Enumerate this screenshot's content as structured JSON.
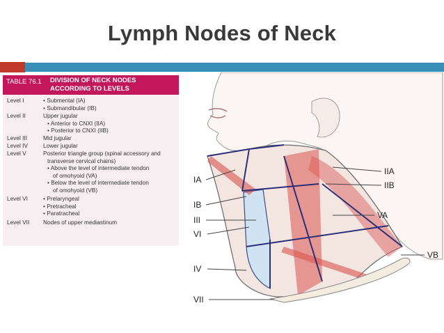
{
  "title": "Lymph Nodes of Neck",
  "table": {
    "number": "TABLE 76.1",
    "heading_line1": "DIVISION OF NECK NODES",
    "heading_line2": "ACCORDING TO LEVELS",
    "rows": [
      {
        "level": "Level I",
        "lines": [
          "• Submental (IA)",
          "• Submandibular (IB)"
        ]
      },
      {
        "level": "Level II",
        "lines": [
          "Upper jugular",
          "  • Anterior to CNXI (IIA)",
          "  • Posterior to CNXI (IIB)"
        ]
      },
      {
        "level": "Level III",
        "lines": [
          "Mid jugular"
        ]
      },
      {
        "level": "Level IV",
        "lines": [
          "Lower jugular"
        ]
      },
      {
        "level": "Level V",
        "lines": [
          "Posterior triangle group (spinal accessory and",
          "  transverse cervical chains)",
          "  • Above the level of intermediate tendon",
          "    of omohyoid (VA)",
          "  • Below the level of intermediate tendon",
          "    of omohyoid (VB)"
        ]
      },
      {
        "level": "Level VI",
        "lines": [
          "• Prelaryngeal",
          "• Pretracheal",
          "• Paratracheal"
        ]
      },
      {
        "level": "Level VII",
        "lines": [
          "Nodes of upper mediastinum"
        ]
      }
    ]
  },
  "diagram_labels": {
    "IA": "IA",
    "IB": "IB",
    "III": "III",
    "VI": "VI",
    "IV": "IV",
    "VII": "VII",
    "IIA": "IIA",
    "IIB": "IIB",
    "VA": "VA",
    "VB": "VB"
  },
  "colors": {
    "accent_red": "#c0392b",
    "accent_blue": "#3a8fb7",
    "table_header": "#c2185b",
    "muscle": "#d9534f",
    "lymph_zone": "#cfe3f3"
  }
}
